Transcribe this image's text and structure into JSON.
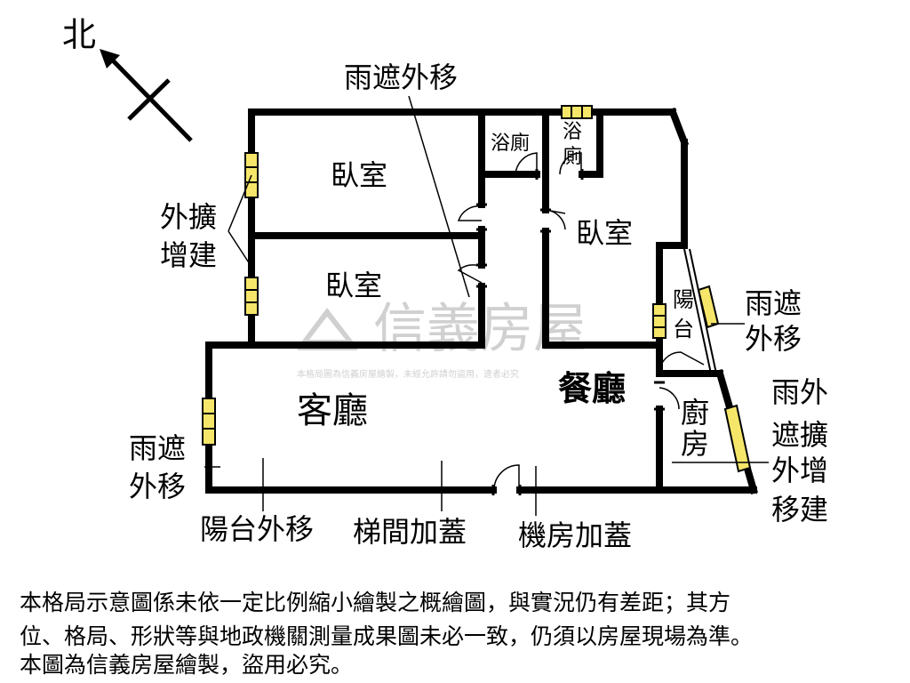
{
  "compass": {
    "north_label": "北"
  },
  "rooms": {
    "bedroom_1": "臥室",
    "bedroom_2": "臥室",
    "bedroom_3": "臥室",
    "bathroom_1": "浴廁",
    "bathroom_2_line1": "浴",
    "bathroom_2_line2": "廁",
    "living_room": "客廳",
    "dining_room": "餐廳",
    "kitchen_line1": "廚",
    "kitchen_line2": "房",
    "balcony_line1": "陽",
    "balcony_line2": "台"
  },
  "annotations": {
    "rain_shelter_top": "雨遮外移",
    "exterior_ext_line1": "外擴",
    "exterior_ext_line2": "增建",
    "rain_shelter_right_line1": "雨遮",
    "rain_shelter_right_line2": "外移",
    "rain_ext_col1_line1": "雨外",
    "rain_ext_col1_line2": "遮擴",
    "rain_ext_col2_line1": "外增",
    "rain_ext_col2_line2": "移建",
    "rain_shelter_left_line1": "雨遮",
    "rain_shelter_left_line2": "外移",
    "balcony_moved": "陽台外移",
    "stairwell_added": "梯間加蓋",
    "machine_room_added": "機房加蓋"
  },
  "watermark": {
    "brand": "信義房屋",
    "notice": "本格局圖為信義房屋繪製，未經允許請勿盜用，違者必究"
  },
  "disclaimer": {
    "line1": "本格局示意圖係未依一定比例縮小繪製之概繪圖，與實況仍有差距；其方",
    "line2": "位、格局、形狀等與地政機關測量成果圖未必一致，仍須以房屋現場為準。",
    "line3": "本圖為信義房屋繪製，盜用必究。"
  },
  "colors": {
    "wall": "#000000",
    "window_fill": "#f5e66a",
    "watermark": "#d0d0d0"
  }
}
